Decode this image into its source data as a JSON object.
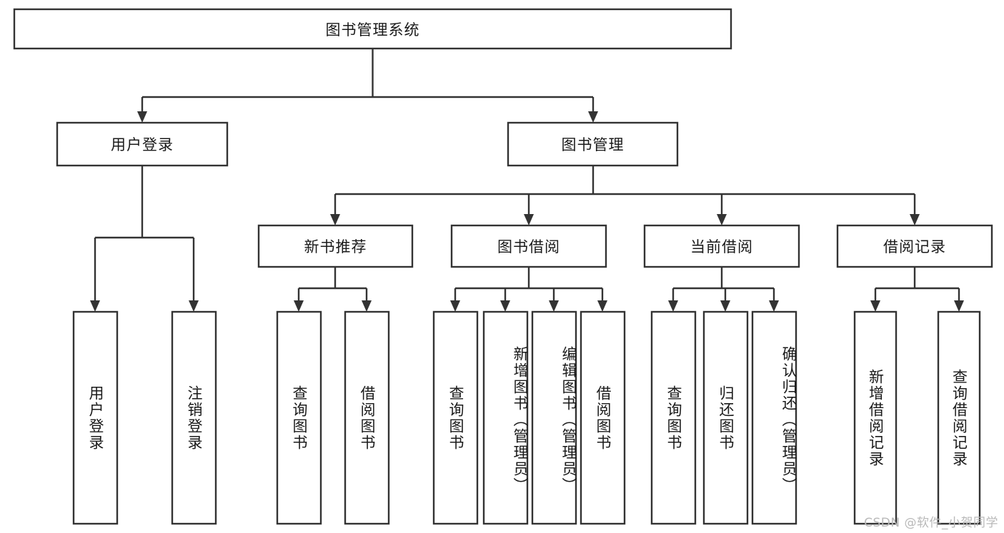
{
  "diagram": {
    "title": "图书管理系统",
    "type": "tree-hierarchy-functional-decomposition",
    "root": {
      "label": "图书管理系统"
    },
    "level2": [
      {
        "label": "用户登录"
      },
      {
        "label": "图书管理"
      }
    ],
    "level3": [
      {
        "label": "新书推荐"
      },
      {
        "label": "图书借阅"
      },
      {
        "label": "当前借阅"
      },
      {
        "label": "借阅记录"
      }
    ],
    "leaves": [
      {
        "label": "用户登录",
        "parent": "用户登录"
      },
      {
        "label": "注销登录",
        "parent": "用户登录"
      },
      {
        "label": "查询图书",
        "parent": "新书推荐"
      },
      {
        "label": "借阅图书",
        "parent": "新书推荐"
      },
      {
        "label": "查询图书",
        "parent": "图书借阅"
      },
      {
        "label": "新增图书（管理员）",
        "parent": "图书借阅"
      },
      {
        "label": "编辑图书（管理员）",
        "parent": "图书借阅"
      },
      {
        "label": "借阅图书",
        "parent": "图书借阅"
      },
      {
        "label": "查询图书",
        "parent": "当前借阅"
      },
      {
        "label": "归还图书",
        "parent": "当前借阅"
      },
      {
        "label": "确认归还（管理员）",
        "parent": "当前借阅"
      },
      {
        "label": "新增借阅记录",
        "parent": "借阅记录"
      },
      {
        "label": "查询借阅记录",
        "parent": "借阅记录"
      }
    ],
    "colors": {
      "stroke": "#333333",
      "fill": "#ffffff",
      "text": "#1a1a1a",
      "background": "#ffffff",
      "watermark": "#b9b9b9"
    }
  },
  "watermark": {
    "text": "CSDN @软件_小贺同学"
  }
}
